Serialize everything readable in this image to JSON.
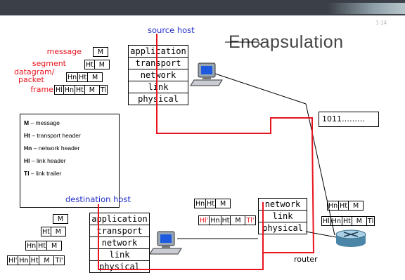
{
  "slide": {
    "number": "1-14",
    "title": "Encapsulation"
  },
  "labels": {
    "source_host": "source host",
    "destination_host": "destination host",
    "router": "router",
    "message": "message",
    "segment": "segment",
    "datagram": "datagram/",
    "packet": "packet",
    "frame": "frame"
  },
  "stacks": {
    "source": [
      "application",
      "transport",
      "network",
      "link",
      "physical"
    ],
    "destination": [
      "application",
      "transport",
      "network",
      "link",
      "physical"
    ],
    "router": [
      "network",
      "link",
      "physical"
    ]
  },
  "headers": {
    "M": "M",
    "Ht": "Ht",
    "Hn": "Hn",
    "Hl": "Hl",
    "Tl": "Tl",
    "Hl_prime": "Hl'",
    "Tl_prime": "Tl'"
  },
  "bits": "1011………",
  "legend": [
    {
      "sym": "M",
      "text": " – message"
    },
    {
      "sym": "Ht",
      "text": " – transport header"
    },
    {
      "sym": "Hn",
      "text": " – network header"
    },
    {
      "sym": "Hl",
      "text": " – link header"
    },
    {
      "sym": "Tl",
      "text": " – link trailer"
    }
  ],
  "colors": {
    "path": "#e8141e",
    "label_red": "#e8141e",
    "label_blue": "#2330c8",
    "topbar": "#3b3f47"
  }
}
